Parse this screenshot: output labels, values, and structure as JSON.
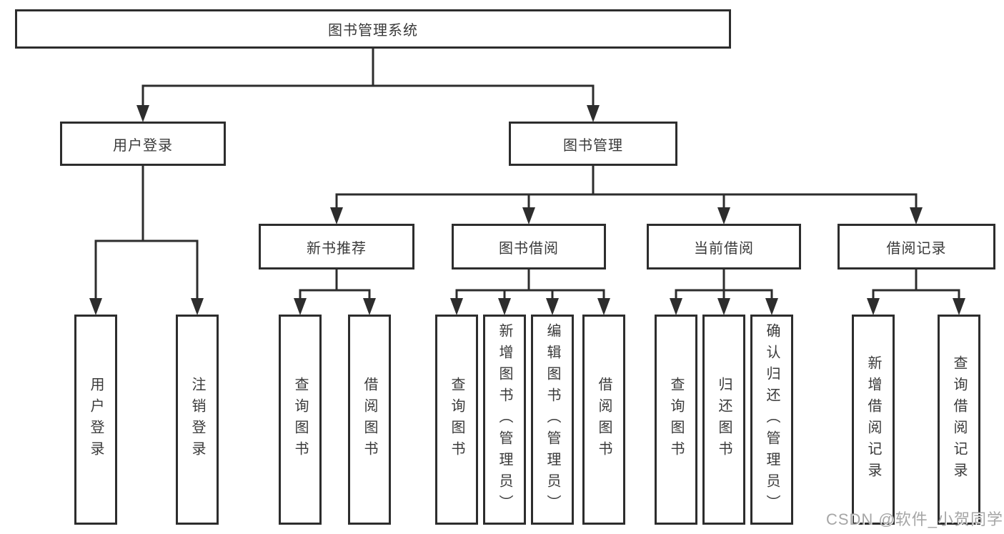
{
  "page": {
    "background": "#ffffff"
  },
  "colors": {
    "line": "#2d2d2d",
    "box_border": "#2d2d2d",
    "text": "#3a3a3a",
    "watermark": "#a6a6a6"
  },
  "tree": {
    "root": {
      "label": "图书管理系统"
    },
    "l2": [
      {
        "label": "用户登录",
        "children": [
          {
            "label": "用户登录"
          },
          {
            "label": "注销登录"
          }
        ]
      },
      {
        "label": "图书管理"
      }
    ],
    "l3": [
      {
        "label": "新书推荐",
        "children": [
          {
            "label": "查询图书"
          },
          {
            "label": "借阅图书"
          }
        ]
      },
      {
        "label": "图书借阅",
        "children": [
          {
            "label": "查询图书"
          },
          {
            "label": "新增图书（管理员）"
          },
          {
            "label": "编辑图书（管理员）"
          },
          {
            "label": "借阅图书"
          }
        ]
      },
      {
        "label": "当前借阅",
        "children": [
          {
            "label": "查询图书"
          },
          {
            "label": "归还图书"
          },
          {
            "label": "确认归还（管理员）"
          }
        ]
      },
      {
        "label": "借阅记录",
        "children": [
          {
            "label": "新增借阅记录"
          },
          {
            "label": "查询借阅记录"
          }
        ]
      }
    ]
  },
  "watermark": {
    "text": "CSDN @软件_小贺同学"
  }
}
